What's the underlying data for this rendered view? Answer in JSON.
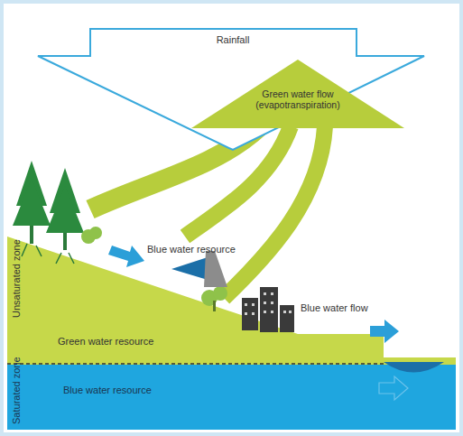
{
  "diagram": {
    "nodes": [
      {
        "text": [
          "Rainfall"
        ]
      },
      {
        "text": [
          "Green water flow (evapotranspiration)"
        ]
      }
    ],
    "labels": [
      "Blue water resource",
      "Unsaturated zone",
      "Green water resource",
      "Blue water flow",
      "Saturated zone",
      "Blue water resource"
    ]
  }
}
